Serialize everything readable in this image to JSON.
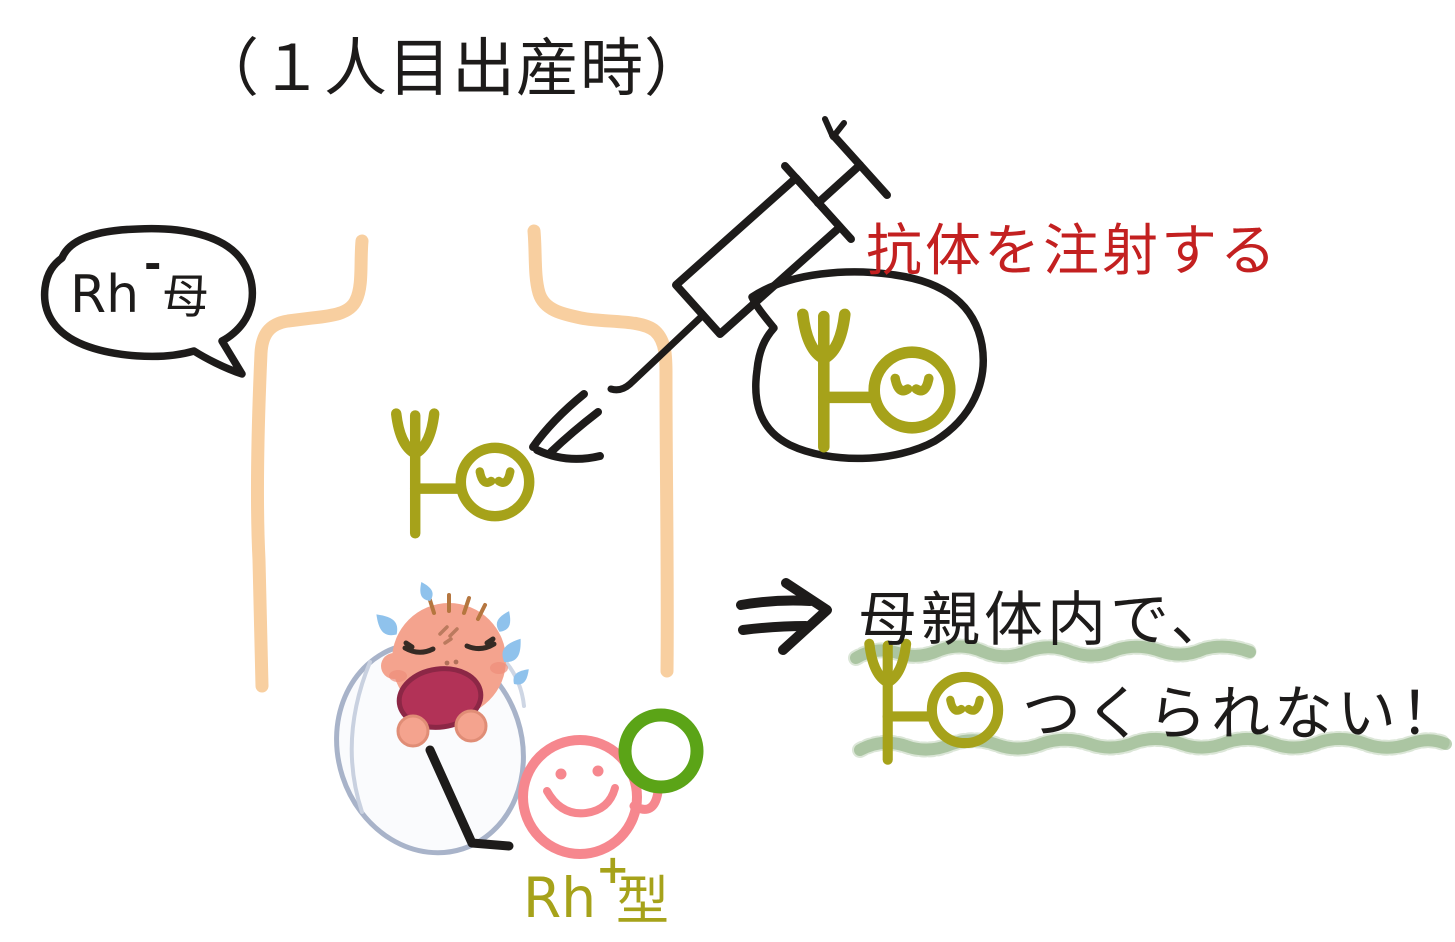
{
  "title": "（１人目出産時）",
  "mother_bubble": {
    "rh": "Rh",
    "sign": "-",
    "suffix": "母"
  },
  "injection_label": "抗体を注射する",
  "result": {
    "line1": "母親体内で、",
    "line2": "つくられない！"
  },
  "baby_label": {
    "rh": "Rh",
    "sign": "+",
    "suffix": "型"
  },
  "icons": {
    "syringe": "syringe-icon",
    "antibody": "antibody-icon",
    "baby": "crying-baby-icon",
    "baby_face": "baby-face-icon",
    "antigen_ring": "rh-antigen-ring-icon"
  },
  "colors": {
    "ink": "#1d1b1a",
    "red": "#c32020",
    "olive": "#a6a21a",
    "green": "#5ba417",
    "green_sliver": "#d8ce1e",
    "pink": "#f6878e",
    "peach": "#f8cfa0",
    "crayon": "#7ca46e",
    "tear": "#8fc2ec",
    "skin": "#f4a38e",
    "skin_deep": "#e08d76",
    "hair": "#b5763f",
    "mouth": "#b23257",
    "mouth_edge": "#8c2746",
    "blanket_edge": "#a8b3c9",
    "blanket_fill": "#fafbfd",
    "blush": "#ee8d7b"
  }
}
